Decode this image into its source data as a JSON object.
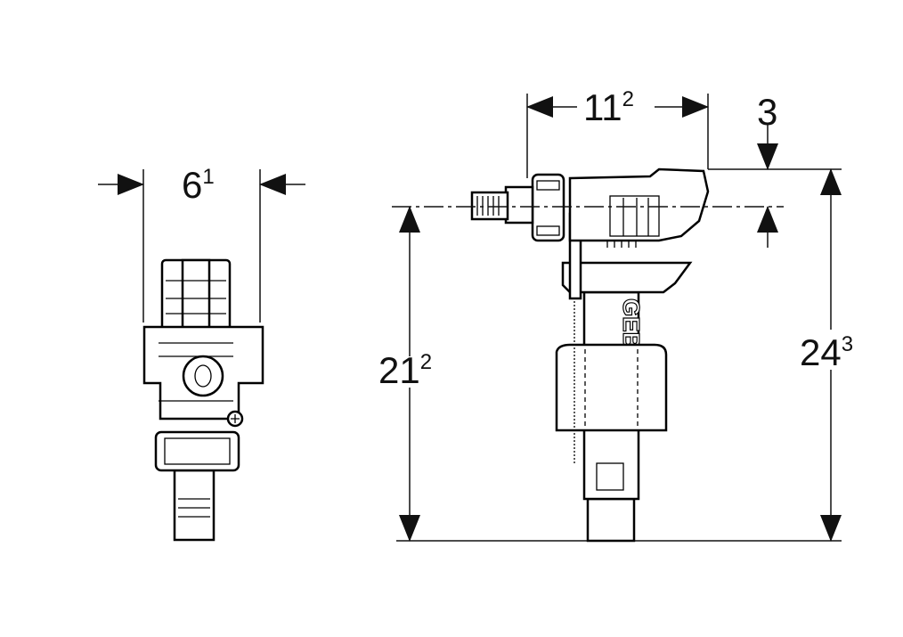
{
  "dimensions": {
    "width_front": {
      "value": "6",
      "sup": "1"
    },
    "width_side": {
      "value": "11",
      "sup": "2"
    },
    "inlet_offset": {
      "value": "3"
    },
    "inlet_height": {
      "value": "21",
      "sup": "2"
    },
    "total_height": {
      "value": "24",
      "sup": "3"
    }
  },
  "brand_logo": "GEBERIT"
}
